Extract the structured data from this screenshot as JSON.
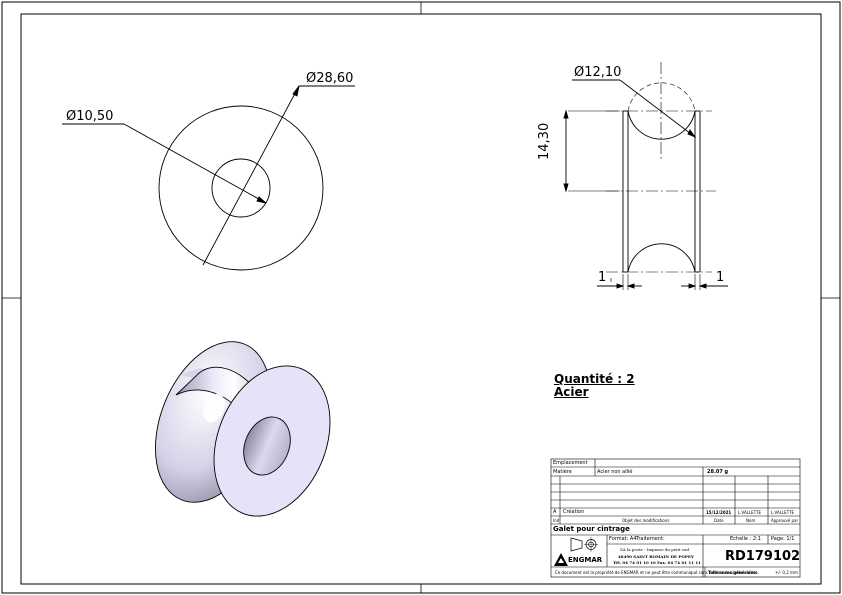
{
  "dimensions": {
    "outer_diameter": "Ø28,60",
    "bore_diameter": "Ø10,50",
    "groove_radius": "Ø12,10",
    "height": "14,30",
    "flange_left": "1",
    "flange_right": "1"
  },
  "notes": {
    "quantity": "Quantité : 2",
    "material": "Acier"
  },
  "title_block": {
    "location_label": "Emplacement",
    "material_label": "Matière",
    "material_value": "Acier non allié",
    "mass": "28.07 g",
    "rev_index": "A",
    "rev_object": "Création",
    "rev_date": "15/12/2021",
    "rev_drawn": "L.VALLETTE",
    "rev_approved": "L.VALLETTE",
    "ind_label": "Ind",
    "object_label": "Objet des modifications",
    "date_label": "Date",
    "name_label": "Nom",
    "approved_label": "Approuvé par",
    "part_title": "Galet pour cintrage",
    "format": "Format: A4",
    "treatment_label": "Traitement:",
    "scale": "Echelle : 2:1",
    "page": "Page: 1/1",
    "company": "ENGMAR",
    "address1": "ZA la poste - Impasse du petit sud",
    "address2": "48490 SAINT ROMAIN DE POPEY",
    "phone": "Tél. 04 74 01 10 10   Fax. 04 74 01 11 11",
    "part_number": "RD179102",
    "tolerance_label": "Tolérances générales:",
    "tolerance_value": "+/- 0,2 mm",
    "legal": "Ce document est la propriété de ENGMAR et ne peut être communiqué sans notre autorisation écrite."
  },
  "colors": {
    "line": "#000000",
    "part_face": "#e6e2f8",
    "part_shade": "#a9a3be"
  }
}
